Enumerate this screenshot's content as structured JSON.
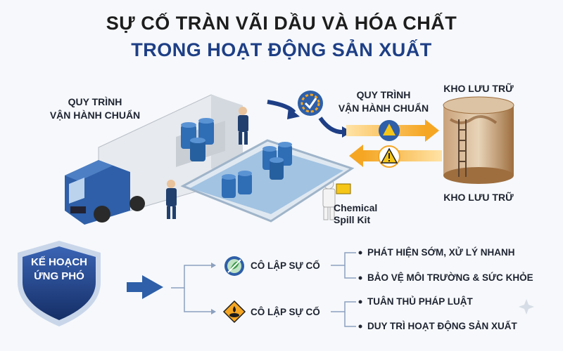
{
  "title": {
    "line1": "SỰ CỐ TRÀN VÃI DẦU VÀ HÓA CHẤT",
    "line2": "TRONG HOẠT ĐỘNG SẢN XUẤT"
  },
  "top_labels": {
    "left_sop": [
      "QUY TRÌNH",
      "VẬN HÀNH CHUẨN"
    ],
    "middle_sop": [
      "QUY TRÌNH",
      "VẬN HÀNH CHUẨN"
    ],
    "storage_top": "KHO LƯU TRỮ",
    "storage_bottom": "KHO LƯU TRỮ",
    "spill_kit": [
      "Chemical",
      "Spill Kit"
    ]
  },
  "response_plan": {
    "shield_text": [
      "KẾ HOẠCH",
      "ỨNG PHÓ"
    ],
    "branches": [
      {
        "label": "CÔ LẬP SỰ CỐ",
        "icon": "eco-shield-icon",
        "items": [
          "PHÁT HIỆN SỚM, XỬ LÝ NHANH",
          "BẢO VỆ MÔI TRƯỜNG & SỨC KHỎE"
        ]
      },
      {
        "label": "CÔ LẬP SỰ CỐ",
        "icon": "spill-warning-icon",
        "items": [
          "TUÂN THỦ PHÁP LUẬT",
          "DUY TRÌ HOẠT ĐỘNG SẢN XUẤT"
        ]
      }
    ]
  },
  "colors": {
    "navy": "#1e3f86",
    "truck_blue": "#2e5fa8",
    "arrow_orange": "#f5a623",
    "barrel_blue": "#2f6db5",
    "tank_rust": "#b07a45"
  }
}
